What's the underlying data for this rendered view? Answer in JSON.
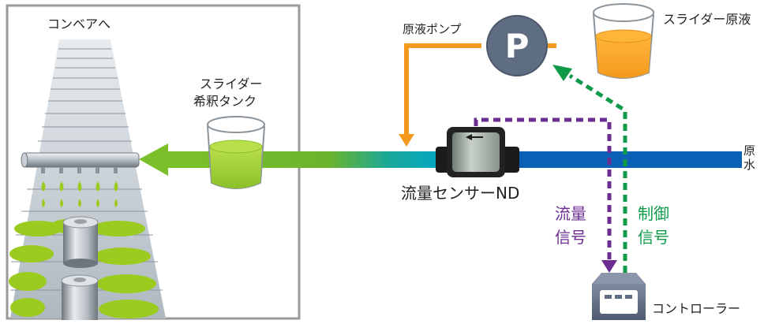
{
  "labels": {
    "conveyor": "コンベアへ",
    "dilution_tank_line1": "スライダー",
    "dilution_tank_line2": "希釈タンク",
    "pump_label": "原液ポンプ",
    "pump_symbol": "P",
    "concentrate": "スライダー原液",
    "flow_sensor": "流量センサーND",
    "raw_water_line1": "原",
    "raw_water_line2": "水",
    "flow_signal_line1": "流量",
    "flow_signal_line2": "信号",
    "control_signal_line1": "制御",
    "control_signal_line2": "信号",
    "controller": "コントローラー"
  },
  "colors": {
    "raw_water": "#0b61b5",
    "mixed_flow": "#6ab42c",
    "concentrate_line": "#f39a1e",
    "pump": "#5f6d83",
    "flow_signal": "#6c2d91",
    "control_signal": "#0e9a48",
    "lubricant": "#9bcb1f"
  }
}
